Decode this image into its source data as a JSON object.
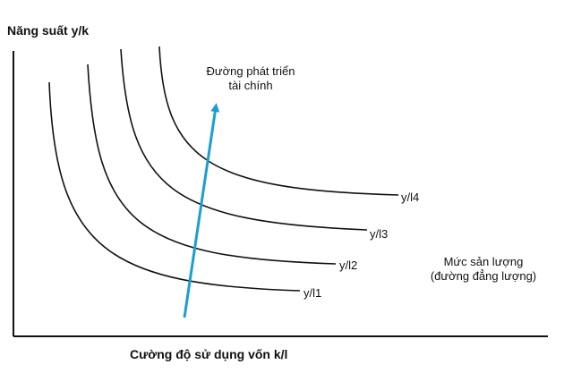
{
  "y_axis_label": "Năng suất y/k",
  "x_axis_label": "Cường độ sử dụng vốn k/l",
  "path_label": {
    "line1": "Đường phát triển",
    "line2": "tài chính"
  },
  "output_label": {
    "line1": "Mức sản lượng",
    "line2": "(đường đẳng lượng)"
  },
  "curves": [
    {
      "id": "y1",
      "label": "y/l1"
    },
    {
      "id": "y2",
      "label": "y/l2"
    },
    {
      "id": "y3",
      "label": "y/l3"
    },
    {
      "id": "y4",
      "label": "y/l4"
    }
  ],
  "colors": {
    "axis": "#111111",
    "curve": "#111111",
    "path_arrow": "#1a9fd0"
  }
}
